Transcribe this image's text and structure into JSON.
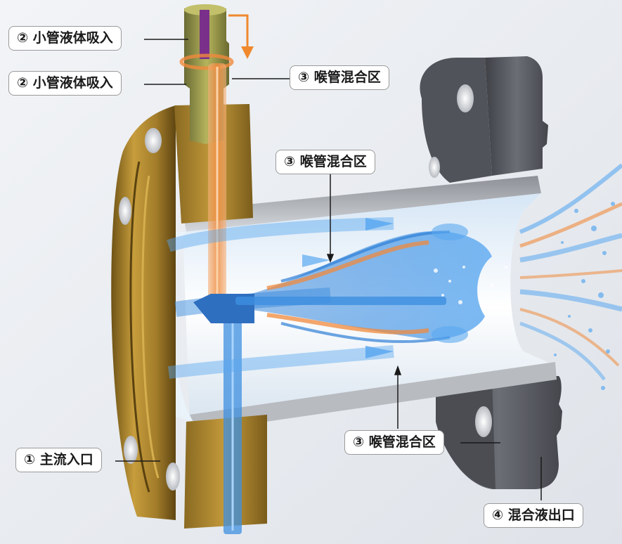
{
  "labels": {
    "small_pipe_inlet_1": "② 小管液体吸入",
    "small_pipe_inlet_2": "② 小管液体吸入",
    "throat_mixing_top": "③ 喉管混合区",
    "throat_mixing_mid": "③ 喉管混合区",
    "throat_mixing_bottom": "③ 喉管混合区",
    "main_inlet": "① 主流入口",
    "mixed_outlet": "④ 混合液出口"
  },
  "colors": {
    "background": "#e6e9ee",
    "brass_flange": "#a07c2a",
    "steel_flange": "#5d5f66",
    "pipe_wall": "#c9ccd1",
    "main_flow": "#3d8fe0",
    "suction_flow": "#f08a3c",
    "arrow_orange": "#f0892e"
  },
  "icons": {
    "down_arrow": "orange-down-arrow-icon"
  }
}
